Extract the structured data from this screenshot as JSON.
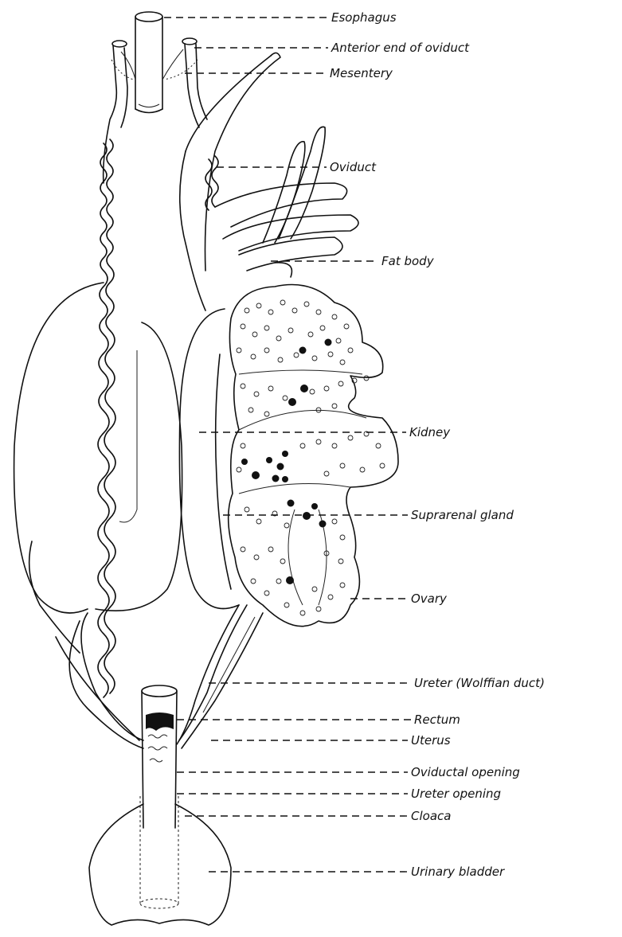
{
  "diagram": {
    "labels": {
      "esophagus": "Esophagus",
      "anterior_oviduct": "Anterior end of oviduct",
      "mesentery": "Mesentery",
      "oviduct": "Oviduct",
      "fat_body": "Fat body",
      "kidney": "Kidney",
      "suprarenal": "Suprarenal gland",
      "ovary": "Ovary",
      "ureter": "Ureter (Wolffian duct)",
      "rectum": "Rectum",
      "uterus": "Uterus",
      "oviductal_opening": "Oviductal opening",
      "ureter_opening": "Ureter opening",
      "cloaca": "Cloaca",
      "urinary_bladder": "Urinary bladder"
    }
  }
}
